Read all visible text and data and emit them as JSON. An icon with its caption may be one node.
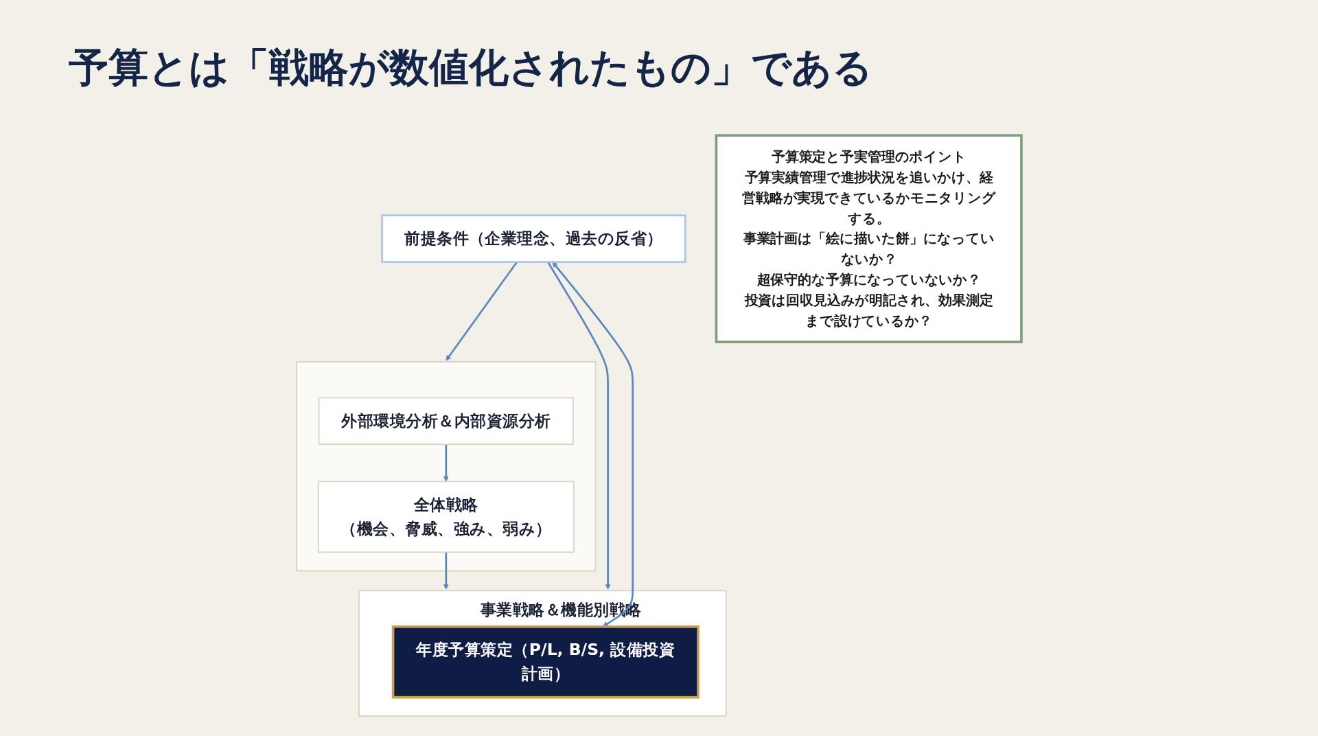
{
  "diagram": {
    "title": "予算とは「戦略が数値化されたもの」である",
    "nodes": [
      {
        "text": [
          "前提条件（企業理念、過去の反省）"
        ]
      },
      {
        "text": [],
        "shape": "box"
      },
      {
        "text": [
          "外部環境分析＆内部資源分析"
        ],
        "in": 1
      },
      {
        "text": [
          "全体戦略",
          "（機会、脅威、強み、弱み）"
        ],
        "in": 1
      },
      {
        "text": [
          "事業戦略＆機能別戦略"
        ]
      },
      {
        "text": [
          "年度予算策定（P/L, B/S, 設備投資計画）"
        ],
        "in": 4
      },
      {
        "text": [
          "予算策定と予実管理のポイント",
          "予算実績管理で進捗状況を追いかけ、経営戦略が実現できているかモニタリングする。",
          "事業計画は「絵に描いた餅」になっていないか？",
          "超保守的な予算になっていないか？",
          "投資は回収見込みが明記され、効果測定まで設けているか？"
        ]
      }
    ],
    "edges": [
      {
        "from": 0,
        "to": 1,
        "arrow": "to"
      },
      {
        "from": 2,
        "to": 3,
        "arrow": "to"
      },
      {
        "from": 3,
        "to": 4,
        "arrow": "to"
      },
      {
        "from": 0,
        "to": 4,
        "arrow": "to"
      },
      {
        "from": 5,
        "to": 0,
        "arrow": "both"
      }
    ]
  }
}
